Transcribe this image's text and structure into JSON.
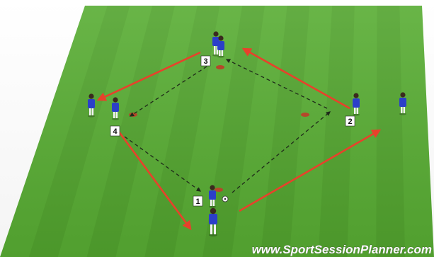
{
  "diagram": {
    "markers": [
      {
        "id": "1",
        "label": "1"
      },
      {
        "id": "2",
        "label": "2"
      },
      {
        "id": "3",
        "label": "3"
      },
      {
        "id": "4",
        "label": "4"
      }
    ]
  },
  "watermark": {
    "text": "www.SportSessionPlanner.com"
  },
  "colors": {
    "grass_light": "#62b83a",
    "grass_dark": "#4e9d2a",
    "player_shirt": "#2b3fc9",
    "run_arrow": "#e8412b",
    "pass_line": "#1f2a1a",
    "cone": "#b5472a"
  }
}
